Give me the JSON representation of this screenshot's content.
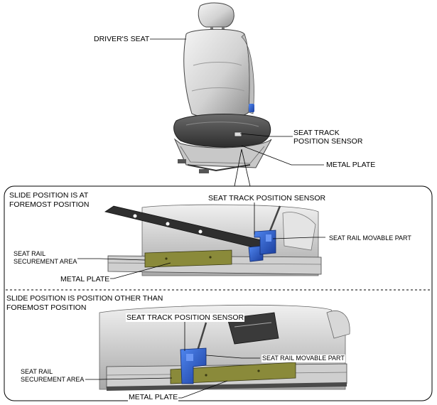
{
  "labels": {
    "drivers_seat": "DRIVER'S SEAT",
    "sensor_top_line1": "SEAT TRACK",
    "sensor_top_line2": "POSITION SENSOR",
    "metal_plate_top": "METAL PLATE"
  },
  "panel_foremost": {
    "title_line1": "SLIDE POSITION IS AT",
    "title_line2": "FOREMOST POSITION",
    "sensor": "SEAT TRACK POSITION SENSOR",
    "movable_part": "SEAT RAIL MOVABLE PART",
    "securement_line1": "SEAT RAIL",
    "securement_line2": "SECUREMENT AREA",
    "metal_plate": "METAL PLATE"
  },
  "panel_other": {
    "title_line1": "SLIDE POSITION IS POSITION OTHER THAN",
    "title_line2": "FOREMOST POSITION",
    "sensor": "SEAT TRACK POSITION SENSOR",
    "movable_part": "SEAT RAIL MOVABLE PART",
    "securement_line1": "SEAT RAIL",
    "securement_line2": "SECUREMENT AREA",
    "metal_plate": "METAL PLATE"
  },
  "colors": {
    "sensor_blue": "#2a5fd0",
    "metal_plate_olive": "#8a8a3a",
    "seat_gray": "#d9d9d9",
    "rail_dark": "#333333"
  }
}
